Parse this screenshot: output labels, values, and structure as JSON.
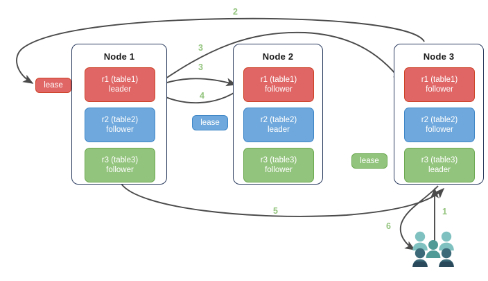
{
  "diagram": {
    "title_present": false,
    "accent_step_color": "#93c47d",
    "arrow_color": "#4a4a4a",
    "node_border_color": "#2a3b5e",
    "colors": {
      "red_fill": "#e06666",
      "red_stroke": "#cc4125",
      "blue_fill": "#6fa8dc",
      "blue_stroke": "#3d85c6",
      "green_fill": "#93c47d",
      "green_stroke": "#6aa84f",
      "users_light": "#7fc1c0",
      "users_mid": "#4f9a97",
      "users_dark": "#3c6a78",
      "users_darker": "#2a4a5c"
    },
    "nodes": [
      {
        "id": "node-1",
        "title": "Node 1",
        "replicas": [
          {
            "id": "n1-r1",
            "color": "red",
            "line1": "r1 (table1)",
            "line2": "leader"
          },
          {
            "id": "n1-r2",
            "color": "blue",
            "line1": "r2 (table2)",
            "line2": "follower"
          },
          {
            "id": "n1-r3",
            "color": "green",
            "line1": "r3 (table3)",
            "line2": "follower"
          }
        ]
      },
      {
        "id": "node-2",
        "title": "Node 2",
        "replicas": [
          {
            "id": "n2-r1",
            "color": "red",
            "line1": "r1 (table1)",
            "line2": "follower"
          },
          {
            "id": "n2-r2",
            "color": "blue",
            "line1": "r2 (table2)",
            "line2": "leader"
          },
          {
            "id": "n2-r3",
            "color": "green",
            "line1": "r3 (table3)",
            "line2": "follower"
          }
        ]
      },
      {
        "id": "node-3",
        "title": "Node 3",
        "replicas": [
          {
            "id": "n3-r1",
            "color": "red",
            "line1": "r1 (table1)",
            "line2": "follower"
          },
          {
            "id": "n3-r2",
            "color": "blue",
            "line1": "r2 (table2)",
            "line2": "follower"
          },
          {
            "id": "n3-r3",
            "color": "green",
            "line1": "r3 (table3)",
            "line2": "leader"
          }
        ]
      }
    ],
    "leases": [
      {
        "id": "lease-table1",
        "label": "lease",
        "color": "red",
        "for_replica": "r1 (table1)"
      },
      {
        "id": "lease-table2",
        "label": "lease",
        "color": "blue",
        "for_replica": "r2 (table2)"
      },
      {
        "id": "lease-table3",
        "label": "lease",
        "color": "green",
        "for_replica": "r3 (table3)"
      }
    ],
    "steps": [
      {
        "id": "step-1",
        "label": "1",
        "description": "client sends request to Node 3"
      },
      {
        "id": "step-2",
        "label": "2",
        "description": "Node 3 consults the table1 lease"
      },
      {
        "id": "step-3a",
        "label": "3",
        "description": "Node 1 r1 leader forwards to Node 3 r1"
      },
      {
        "id": "step-3b",
        "label": "3",
        "description": "Node 1 r1 leader replicates to Node 2 r1"
      },
      {
        "id": "step-4",
        "label": "4",
        "description": "Node 2 r1 follower acknowledges to Node 1 r1 leader"
      },
      {
        "id": "step-5",
        "label": "5",
        "description": "Node 1 returns result toward Node 3"
      },
      {
        "id": "step-6",
        "label": "6",
        "description": "Node 3 responds to the client"
      }
    ],
    "client": {
      "id": "users-group",
      "icon": "users-icon",
      "person_count": 5
    }
  }
}
